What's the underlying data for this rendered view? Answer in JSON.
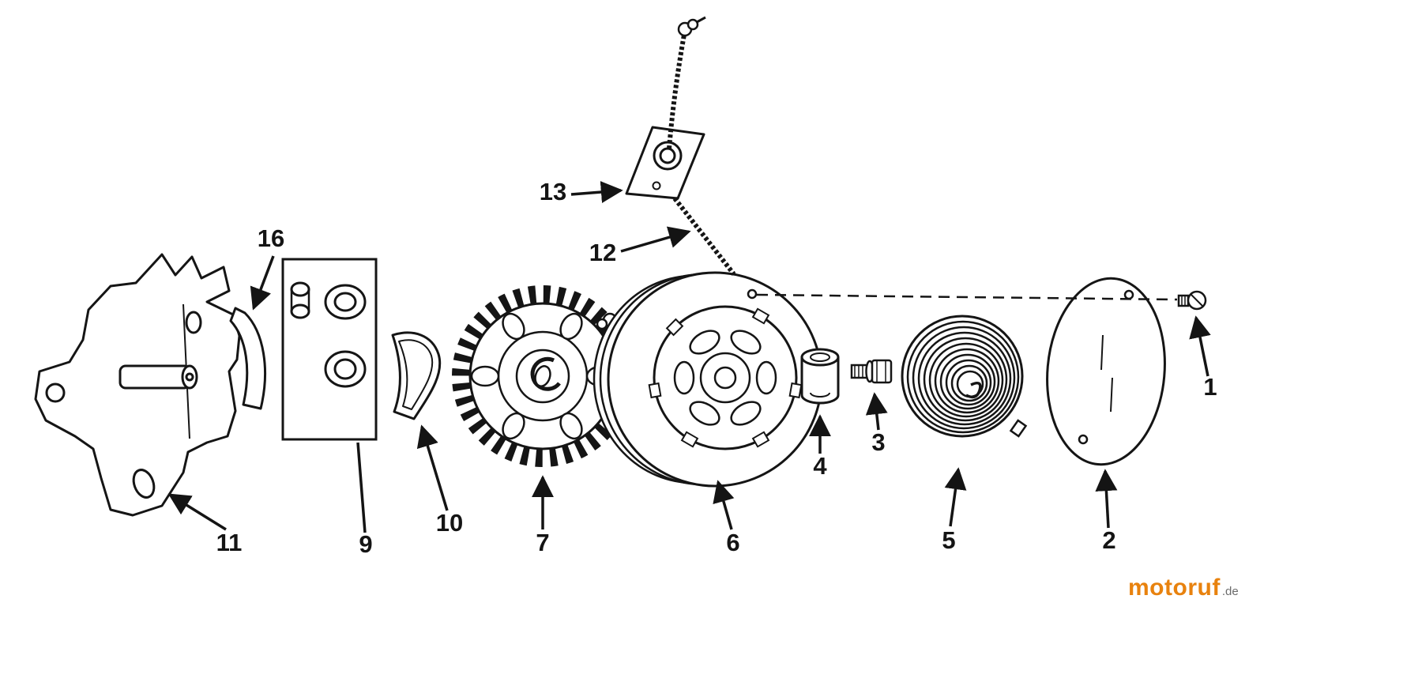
{
  "diagram": {
    "kind": "exploded-parts-diagram",
    "background": "#ffffff",
    "line_color": "#151515"
  },
  "labels": {
    "p1": "1",
    "p2": "2",
    "p3": "3",
    "p4": "4",
    "p5": "5",
    "p6": "6",
    "p7": "7",
    "p9": "9",
    "p10": "10",
    "p11": "11",
    "p12": "12",
    "p13": "13",
    "p16": "16"
  },
  "watermark": {
    "brand": "motoruf",
    "tld": ".de",
    "brand_color": "#e8820e",
    "tld_color": "#6b6b6b"
  }
}
